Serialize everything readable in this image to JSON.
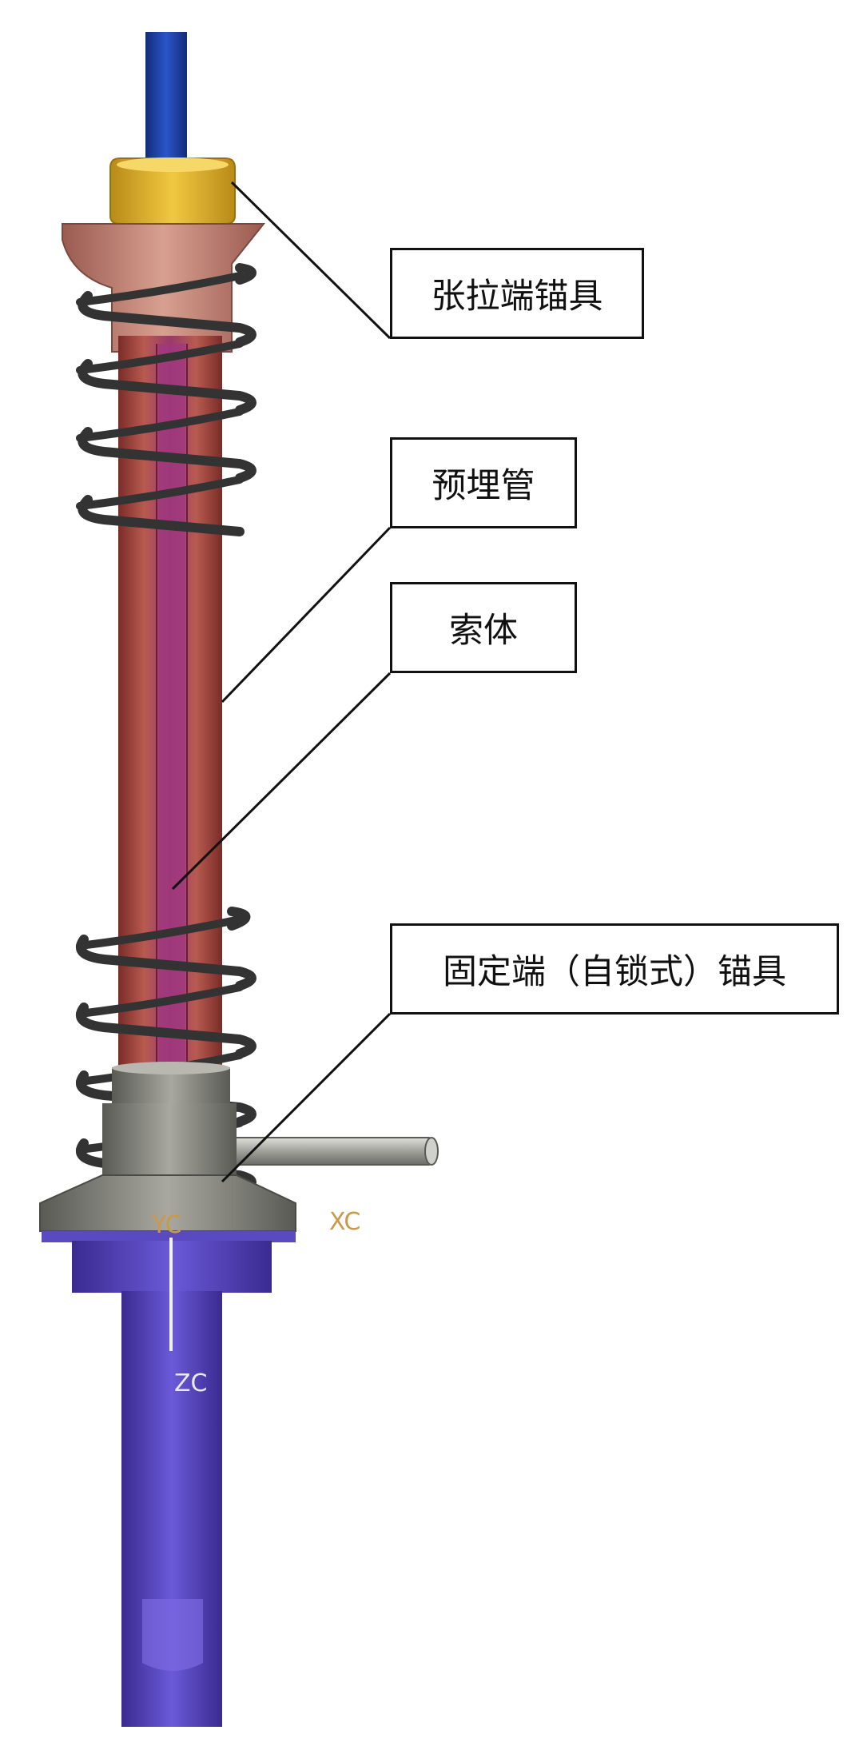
{
  "callouts": {
    "tension_anchor": "张拉端锚具",
    "embedded_duct": "预埋管",
    "cable_body": "索体",
    "fixed_anchor": "固定端（自锁式）锚具"
  },
  "axes": {
    "x": "XC",
    "y": "YC",
    "z": "ZC"
  },
  "colors": {
    "cable_top": "#1f3f9a",
    "nut": "#e2b42a",
    "duct": "#a8504a",
    "cable_inner": "#a23a78",
    "spiral": "#3a3a3a",
    "fixed_anchor": "#7a7a72",
    "embedded_part": "#4a3aa8",
    "axis_label": "#c89a4a"
  }
}
